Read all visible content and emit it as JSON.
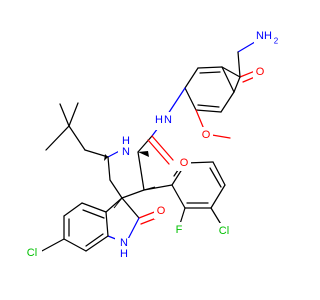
{
  "atoms": {
    "amide_nh2": {
      "text": "NH",
      "sub": "2",
      "color": "#0000ff"
    },
    "amide_o": {
      "text": "O",
      "color": "#ff0000"
    },
    "linker_nh": {
      "text": "N",
      "sub2": "H",
      "color": "#0000ff"
    },
    "linker_o": {
      "text": "O",
      "color": "#ff0000"
    },
    "methoxy_o": {
      "text": "O",
      "color": "#ff0000"
    },
    "ring_nh": {
      "text": "N",
      "sub2": "H",
      "color": "#0000ff"
    },
    "oxindole_o": {
      "text": "O",
      "color": "#ff0000"
    },
    "oxindole_nh": {
      "text": "N",
      "sub2": "H",
      "color": "#0000ff"
    },
    "cl_left": {
      "text": "Cl",
      "color": "#00c000"
    },
    "cl_right": {
      "text": "Cl",
      "color": "#00c000"
    },
    "f": {
      "text": "F",
      "color": "#00c000"
    }
  }
}
